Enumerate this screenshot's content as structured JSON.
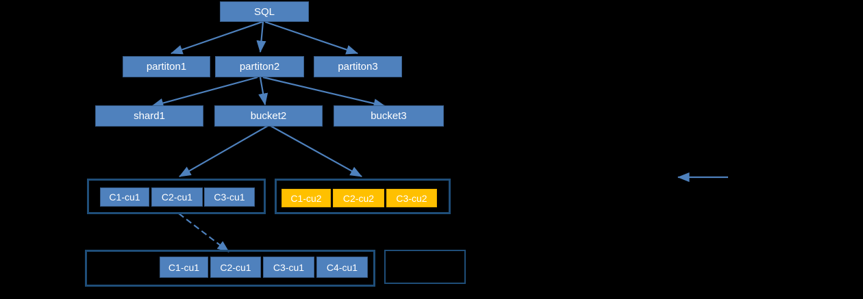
{
  "diagram": {
    "title": "SQL partition / bucket / chunk hierarchy",
    "background_color": "#000000",
    "node_fill_color": "#4F81BD",
    "node_border_color": "#385D8A",
    "chunk_highlight_color": "#FFC000",
    "group_border_color": "#1F4E79",
    "connector_color": "#4E81BD",
    "text_color": "#FFFFFF"
  },
  "root": {
    "label": "SQL"
  },
  "partitions": [
    {
      "label": "partiton1"
    },
    {
      "label": "partiton2"
    },
    {
      "label": "partiton3"
    }
  ],
  "buckets": [
    {
      "label": "shard1"
    },
    {
      "label": "bucket2"
    },
    {
      "label": "bucket3"
    }
  ],
  "chunk_groups": [
    {
      "name": "chunk-group-cu1",
      "style": "blue",
      "chunks": [
        {
          "label": "C1-cu1"
        },
        {
          "label": "C2-cu1"
        },
        {
          "label": "C3-cu1"
        }
      ]
    },
    {
      "name": "chunk-group-cu2",
      "style": "orange",
      "chunks": [
        {
          "label": "C1-cu2"
        },
        {
          "label": "C2-cu2"
        },
        {
          "label": "C3-cu2"
        }
      ]
    }
  ],
  "expanded_group": {
    "name": "chunk-group-cu1-expanded",
    "style": "blue",
    "chunks": [
      {
        "label": "C1-cu1"
      },
      {
        "label": "C2-cu1"
      },
      {
        "label": "C3-cu1"
      },
      {
        "label": "C4-cu1"
      }
    ]
  },
  "empty_group": {
    "name": "empty-group",
    "label": ""
  },
  "standalone_arrow": {
    "name": "standalone-left-arrow",
    "direction": "left"
  }
}
